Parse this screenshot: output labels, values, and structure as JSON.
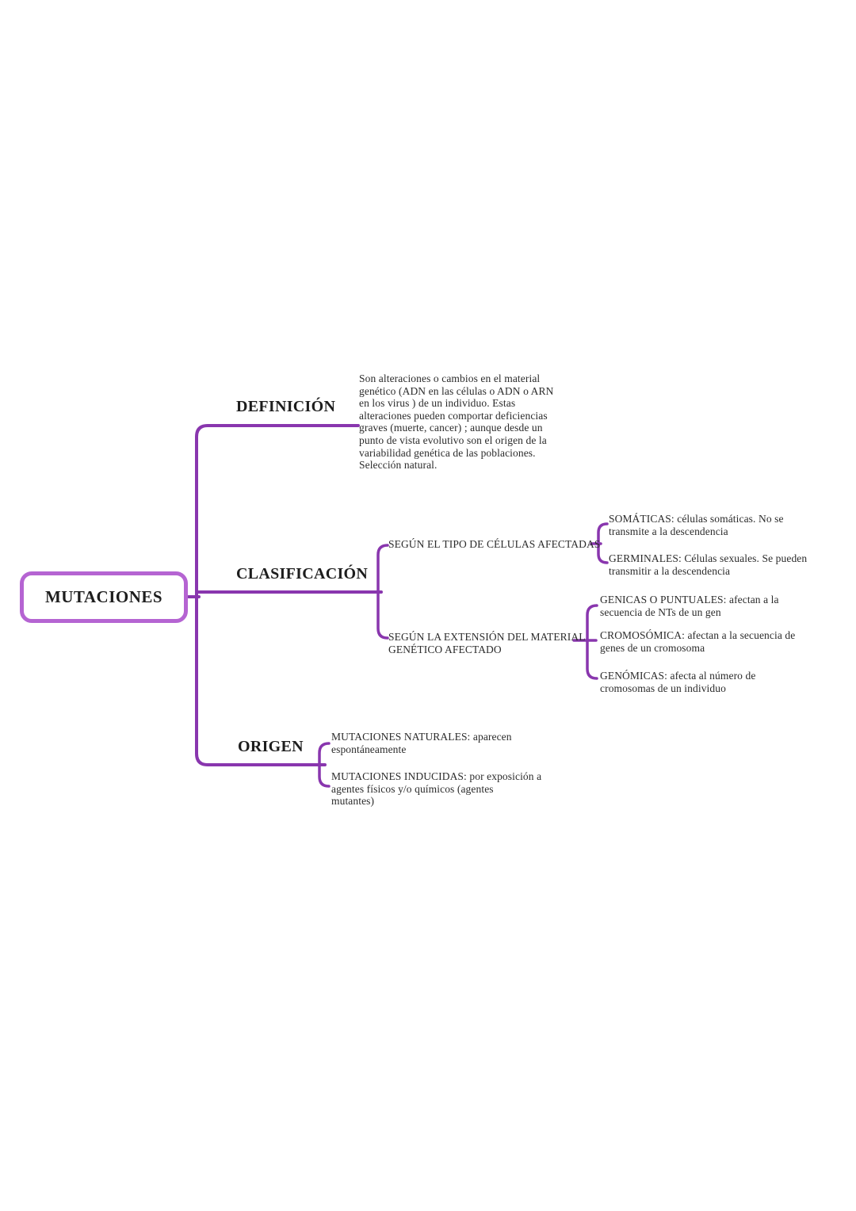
{
  "title": "MUTACIONES",
  "colors": {
    "line": "#8936ae",
    "box_border": "#b564d2",
    "text": "#2b2b2b",
    "heading": "#1d1d1d",
    "background": "#ffffff"
  },
  "root": {
    "label": "MUTACIONES"
  },
  "branches": {
    "definicion": {
      "label": "DEFINICIÓN",
      "text": "Son alteraciones o cambios en el material\ngenético (ADN en las células o ADN o ARN\nen los virus ) de un individuo. Estas\nalteraciones pueden comportar deficiencias\ngraves (muerte, cancer) ; aunque desde un\npunto de vista evolutivo son el origen de la\nvariabilidad genética de las poblaciones.\nSelección natural."
    },
    "clasificacion": {
      "label": "CLASIFICACIÓN",
      "children": [
        {
          "label": "SEGÚN EL TIPO DE CÉLULAS AFECTADAS",
          "children": [
            {
              "text": "SOMÁTICAS: células somáticas. No se\ntransmite a la descendencia"
            },
            {
              "text": "GERMINALES: Células sexuales. Se pueden\ntransmitir a la descendencia"
            }
          ]
        },
        {
          "label": "SEGÚN LA EXTENSIÓN DEL MATERIAL\nGENÉTICO AFECTADO",
          "children": [
            {
              "text": "GENICAS O PUNTUALES: afectan a la\nsecuencia de NTs de un gen"
            },
            {
              "text": "CROMOSÓMICA: afectan a la secuencia de\ngenes de un cromosoma"
            },
            {
              "text": "GENÓMICAS: afecta al número de\ncromosomas de un individuo"
            }
          ]
        }
      ]
    },
    "origen": {
      "label": "ORIGEN",
      "children": [
        {
          "text": "MUTACIONES NATURALES: aparecen\nespontáneamente"
        },
        {
          "text": "MUTACIONES INDUCIDAS: por exposición a\nagentes físicos y/o químicos (agentes\nmutantes)"
        }
      ]
    }
  }
}
